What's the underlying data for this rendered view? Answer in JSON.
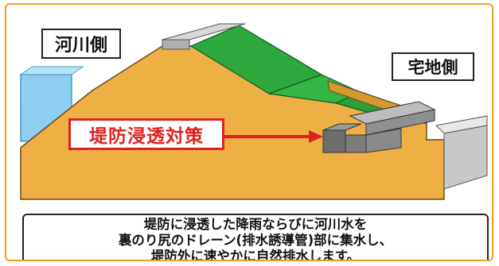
{
  "labels": {
    "river_side": "河川側",
    "residential_side": "宅地側",
    "measure": "堤防浸透対策"
  },
  "caption_lines": [
    "堤防に浸透した降雨ならびに河川水を",
    "裏のり尻のドレーン(排水誘導管)部に集水し、",
    "堤防外に速やかに自然排水します。"
  ],
  "colors": {
    "frame_border": "#f0a020",
    "embankment": "#eeb044",
    "grass": "#2e9e3a",
    "water": "#8ccff0",
    "measure_text": "#e02020"
  }
}
